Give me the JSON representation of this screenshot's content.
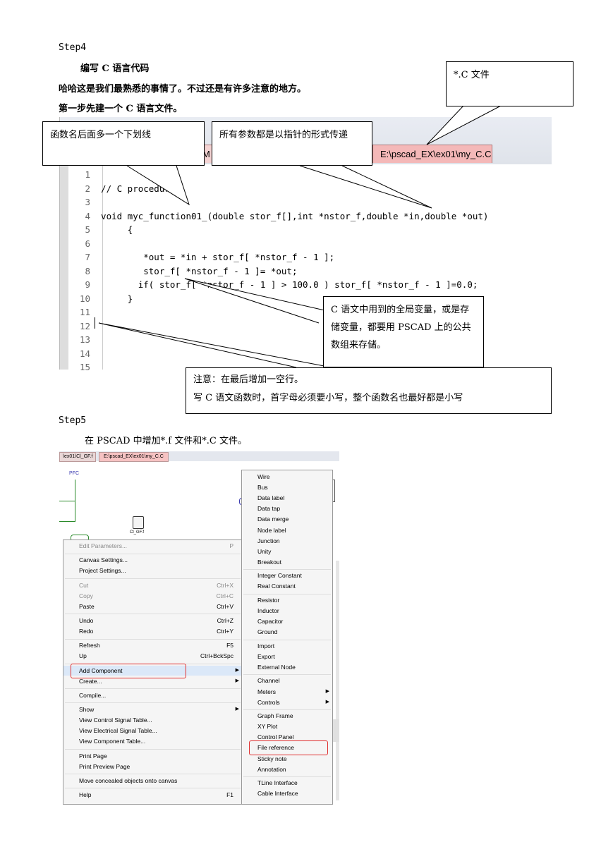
{
  "step4": {
    "heading": "Step4",
    "subtitle": "编写 C 语言代码",
    "line1": "哈哈这是我们最熟悉的事情了。不过还是有许多注意的地方。",
    "line2": "第一步先建一个 C 语言文件。"
  },
  "callouts": {
    "c_file": "*.C 文件",
    "underscore": "函数名后面多一个下划线",
    "pointer": "所有参数都是以指针的形式传递",
    "global": "C 语文中用到的全局变量，或是存储变量，都要用 PSCAD 上的公共数组来存储。",
    "note_line1": "注意：在最后增加一空行。",
    "note_line2": "写 C 语文函数时，首字母必须要小写，整个函数名也最好都是小写"
  },
  "editor": {
    "tab_path": "E:\\pscad_EX\\ex01\\my_C.C",
    "tab_fragment": "M",
    "lines": [
      {
        "n": "1",
        "code": ""
      },
      {
        "n": "2",
        "code": "  // C procedures"
      },
      {
        "n": "3",
        "code": ""
      },
      {
        "n": "4",
        "code": "  void myc_function01_(double stor_f[],int *nstor_f,double *in,double *out)"
      },
      {
        "n": "5",
        "code": "       {"
      },
      {
        "n": "6",
        "code": ""
      },
      {
        "n": "7",
        "code": "          *out = *in + stor_f[ *nstor_f - 1 ];"
      },
      {
        "n": "8",
        "code": "          stor_f[ *nstor_f - 1 ]= *out;"
      },
      {
        "n": "9",
        "code": "         if( stor_f[ *nstor_f - 1 ] > 100.0 ) stor_f[ *nstor_f - 1 ]=0.0;"
      },
      {
        "n": "10",
        "code": "       }"
      },
      {
        "n": "11",
        "code": ""
      },
      {
        "n": "12",
        "code": ""
      },
      {
        "n": "13",
        "code": ""
      },
      {
        "n": "14",
        "code": ""
      },
      {
        "n": "15",
        "code": ""
      }
    ]
  },
  "step5": {
    "heading": "Step5",
    "text": "在 PSCAD 中增加*.f 文件和*.C 文件。"
  },
  "pscad": {
    "tab1": "\\ex01\\Cl_GF.f",
    "tab2": "E:\\pscad_EX\\ex01\\my_C.C",
    "file_icon_label": "Cl_GF.f",
    "ref_label": "PFC",
    "context_menu": [
      {
        "label": "Edit Parameters...",
        "shortcut": "P",
        "disabled": true
      },
      {
        "sep": true
      },
      {
        "label": "Canvas Settings...",
        "shortcut": ""
      },
      {
        "label": "Project Settings...",
        "shortcut": ""
      },
      {
        "sep": true
      },
      {
        "label": "Cut",
        "shortcut": "Ctrl+X",
        "disabled": true
      },
      {
        "label": "Copy",
        "shortcut": "Ctrl+C",
        "disabled": true
      },
      {
        "label": "Paste",
        "shortcut": "Ctrl+V"
      },
      {
        "sep": true
      },
      {
        "label": "Undo",
        "shortcut": "Ctrl+Z"
      },
      {
        "label": "Redo",
        "shortcut": "Ctrl+Y"
      },
      {
        "sep": true
      },
      {
        "label": "Refresh",
        "shortcut": "F5"
      },
      {
        "label": "Up",
        "shortcut": "Ctrl+BckSpc"
      },
      {
        "sep": true
      },
      {
        "label": "Add Component",
        "shortcut": "",
        "submenu": true,
        "highlight": true
      },
      {
        "label": "Create...",
        "shortcut": "",
        "submenu": true
      },
      {
        "sep": true
      },
      {
        "label": "Compile...",
        "shortcut": ""
      },
      {
        "sep": true
      },
      {
        "label": "Show",
        "shortcut": "",
        "submenu": true
      },
      {
        "label": "View Control Signal Table...",
        "shortcut": ""
      },
      {
        "label": "View Electrical Signal Table...",
        "shortcut": ""
      },
      {
        "label": "View Component Table...",
        "shortcut": ""
      },
      {
        "sep": true
      },
      {
        "label": "Print Page",
        "shortcut": ""
      },
      {
        "label": "Print Preview Page",
        "shortcut": ""
      },
      {
        "sep": true
      },
      {
        "label": "Move concealed objects onto canvas",
        "shortcut": ""
      },
      {
        "sep": true
      },
      {
        "label": "Help",
        "shortcut": "F1"
      }
    ],
    "submenu": [
      {
        "label": "Wire"
      },
      {
        "label": "Bus"
      },
      {
        "label": "Data label"
      },
      {
        "label": "Data tap"
      },
      {
        "label": "Data merge"
      },
      {
        "label": "Node label"
      },
      {
        "label": "Junction"
      },
      {
        "label": "Unity"
      },
      {
        "label": "Breakout"
      },
      {
        "sep": true
      },
      {
        "label": "Integer Constant"
      },
      {
        "label": "Real Constant"
      },
      {
        "sep": true
      },
      {
        "label": "Resistor"
      },
      {
        "label": "Inductor"
      },
      {
        "label": "Capacitor"
      },
      {
        "label": "Ground"
      },
      {
        "sep": true
      },
      {
        "label": "Import"
      },
      {
        "label": "Export"
      },
      {
        "label": "External Node"
      },
      {
        "sep": true
      },
      {
        "label": "Channel"
      },
      {
        "label": "Meters",
        "submenu": true
      },
      {
        "label": "Controls",
        "submenu": true
      },
      {
        "sep": true
      },
      {
        "label": "Graph Frame"
      },
      {
        "label": "XY Plot"
      },
      {
        "label": "Control Panel"
      },
      {
        "label": "File reference",
        "highlight": true
      },
      {
        "label": "Sticky note"
      },
      {
        "label": "Annotation"
      },
      {
        "sep": true
      },
      {
        "label": "TLine Interface"
      },
      {
        "label": "Cable Interface"
      }
    ]
  }
}
